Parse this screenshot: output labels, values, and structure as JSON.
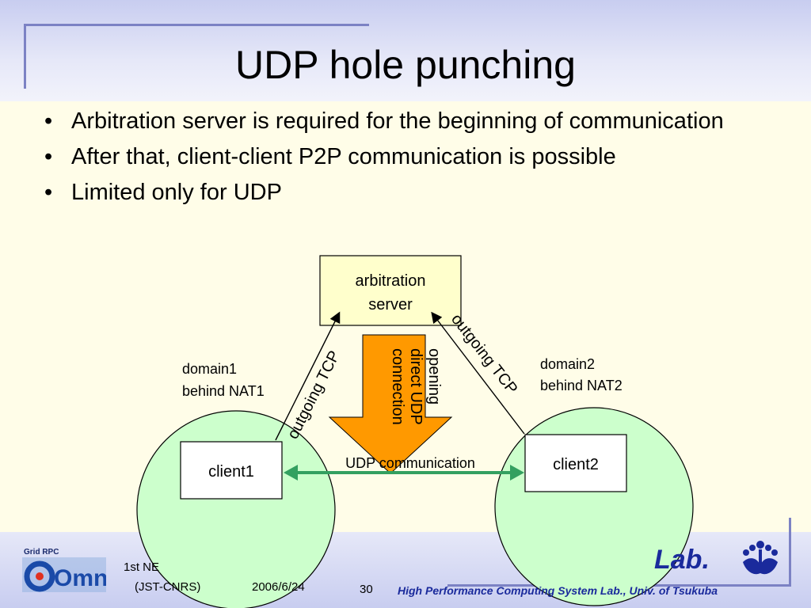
{
  "slide": {
    "title": "UDP hole punching",
    "bullets": [
      "Arbitration server is required for the beginning of communication",
      "After that, client-client P2P communication is possible",
      "Limited only for UDP"
    ]
  },
  "diagram": {
    "server_label_line1": "arbitration",
    "server_label_line2": "server",
    "client1": "client1",
    "client2": "client2",
    "domain1_line1": "domain1",
    "domain1_line2": "behind NAT1",
    "domain2_line1": "domain2",
    "domain2_line2": "behind NAT2",
    "tcp_left": "outgoing TCP",
    "tcp_right": "outgoing TCP",
    "arrow_line1": "opening",
    "arrow_line2": "direct UDP",
    "arrow_line3": "connection",
    "udp_label": "UDP communication"
  },
  "footer": {
    "conf_line1": "1st NE",
    "conf_line2": "(JST-CNRS)",
    "date": "2006/6/24",
    "page": "30",
    "lab_logo": "Lab.",
    "lab_name": "High Performance Computing System Lab., Univ. of Tsukuba",
    "omni_small": "Grid RPC",
    "omni_big": "Omni"
  },
  "colors": {
    "ellipse_fill": "#ccffcc",
    "server_fill": "#ffffcc",
    "big_arrow": "#ff9900",
    "udp_arrow": "#33a060"
  }
}
